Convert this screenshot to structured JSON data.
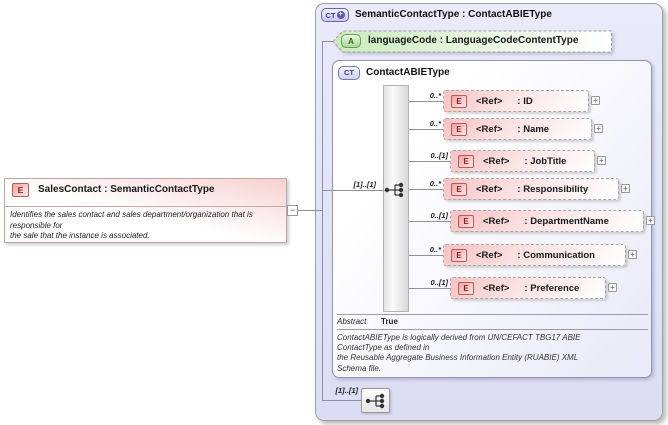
{
  "glyphs": {
    "plus": "+",
    "minus": "−"
  },
  "colors": {
    "panel_fill": "#e4e4f7",
    "element_fill": "#f6c3c3",
    "attribute_fill": "#c9ecbc",
    "type_icon_fill": "#d2d2ee",
    "border_gray": "#a8a8a8"
  },
  "sales_element": {
    "icon": "E",
    "title": "SalesContact : SemanticContactType",
    "doc_lines": [
      "Identifies the sales contact and sales department/organization that is",
      "responsible for",
      "the sale that the instance is associated."
    ]
  },
  "panel": {
    "header": {
      "icon": "CT",
      "title": "SemanticContactType : ContactABIEType"
    },
    "attribute": {
      "icon": "A",
      "label": "languageCode : LanguageCodeContentType"
    },
    "complex_type": {
      "icon": "CT",
      "title": "ContactABIEType",
      "sequence_cardinality": "[1]..[1]",
      "elements": [
        {
          "cardinality": "0..*",
          "icon": "E",
          "ref": "<Ref>",
          "name": ": ID"
        },
        {
          "cardinality": "0..*",
          "icon": "E",
          "ref": "<Ref>",
          "name": ": Name"
        },
        {
          "cardinality": "0..[1]",
          "icon": "E",
          "ref": "<Ref>",
          "name": ": JobTitle"
        },
        {
          "cardinality": "0..*",
          "icon": "E",
          "ref": "<Ref>",
          "name": ": Responsibility"
        },
        {
          "cardinality": "0..[1]",
          "icon": "E",
          "ref": "<Ref>",
          "name": ": DepartmentName"
        },
        {
          "cardinality": "0..*",
          "icon": "E",
          "ref": "<Ref>",
          "name": ": Communication"
        },
        {
          "cardinality": "0..[1]",
          "icon": "E",
          "ref": "<Ref>",
          "name": ": Preference"
        }
      ],
      "abstract_label": "Abstract",
      "abstract_value": "True",
      "doc_lines": [
        "ContactABIEType is logically derived from UN/CEFACT TBG17 ABIE",
        "ContactType as defined in",
        "the Reusable Aggregate Business Information Entity (RUABIE) XML",
        "Schema file."
      ]
    },
    "bottom_sequence_cardinality": "[1]..[1]"
  }
}
